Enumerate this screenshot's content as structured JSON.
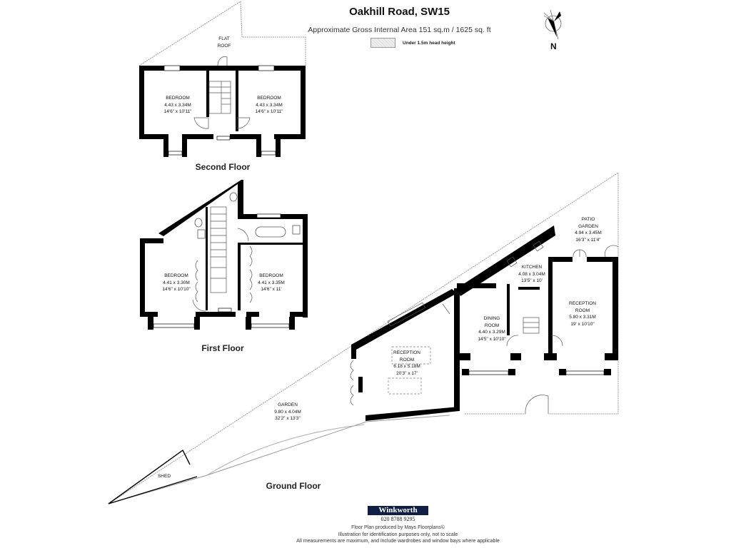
{
  "header": {
    "title": "Oakhill Road, SW15",
    "subtitle": "Approximate Gross Internal Area 151 sq.m  /  1625 sq. ft",
    "legend_label": "Under 1.5m head height",
    "compass_label": "N"
  },
  "floors": {
    "second": {
      "label": "Second Floor",
      "flat_roof": "FLAT\nROOF",
      "rooms": [
        {
          "name": "BEDROOM",
          "metric": "4.43 x 3.34M",
          "imperial": "14'6\" x 10'11\""
        },
        {
          "name": "BEDROOM",
          "metric": "4.43 x 3.34M",
          "imperial": "14'6\" x 10'11\""
        }
      ]
    },
    "first": {
      "label": "First Floor",
      "rooms": [
        {
          "name": "BEDROOM",
          "metric": "4.41 x 3.30M",
          "imperial": "14'6\" x 10'10\""
        },
        {
          "name": "BEDROOM",
          "metric": "4.41 x 3.35M",
          "imperial": "14'6\" x 11'"
        }
      ]
    },
    "ground": {
      "label": "Ground Floor",
      "rooms": [
        {
          "name": "PATIO GARDEN",
          "line1": "PATIO",
          "line2": "GARDEN",
          "metric": "4.94 x 3.45M",
          "imperial": "16'3\" x 11'4\""
        },
        {
          "name": "KITCHEN",
          "metric": "4.08 x 3.04M",
          "imperial": "13'5\" x 10'"
        },
        {
          "name": "RECEPTION ROOM",
          "line1": "RECEPTION",
          "line2": "ROOM",
          "metric": "5.80 x 3.31M",
          "imperial": "19' x 10'10\""
        },
        {
          "name": "DINING ROOM",
          "line1": "DINING",
          "line2": "ROOM",
          "metric": "4.40 x 3.29M",
          "imperial": "14'5\" x 10'10\""
        },
        {
          "name": "RECEPTION ROOM",
          "line1": "RECEPTION",
          "line2": "ROOM",
          "metric": "6.18 x 5.18M",
          "imperial": "20'3\" x 17'"
        },
        {
          "name": "GARDEN",
          "metric": "9.80 x 4.04M",
          "imperial": "32'2\" x 13'3\""
        },
        {
          "name": "SHED"
        }
      ]
    }
  },
  "footer": {
    "brand": "Winkworth",
    "phone": "020 8788 9295",
    "note1": "Floor Plan produced by Mays Floorplans©",
    "note2": "Illustration for identification purposes only, not to scale",
    "note3": "All measurements are maximum, and include wardrobes and window bays where applicable"
  },
  "colors": {
    "wall": "#000000",
    "outline": "#9a9a9a",
    "brand_bg": "#0f1f45"
  }
}
